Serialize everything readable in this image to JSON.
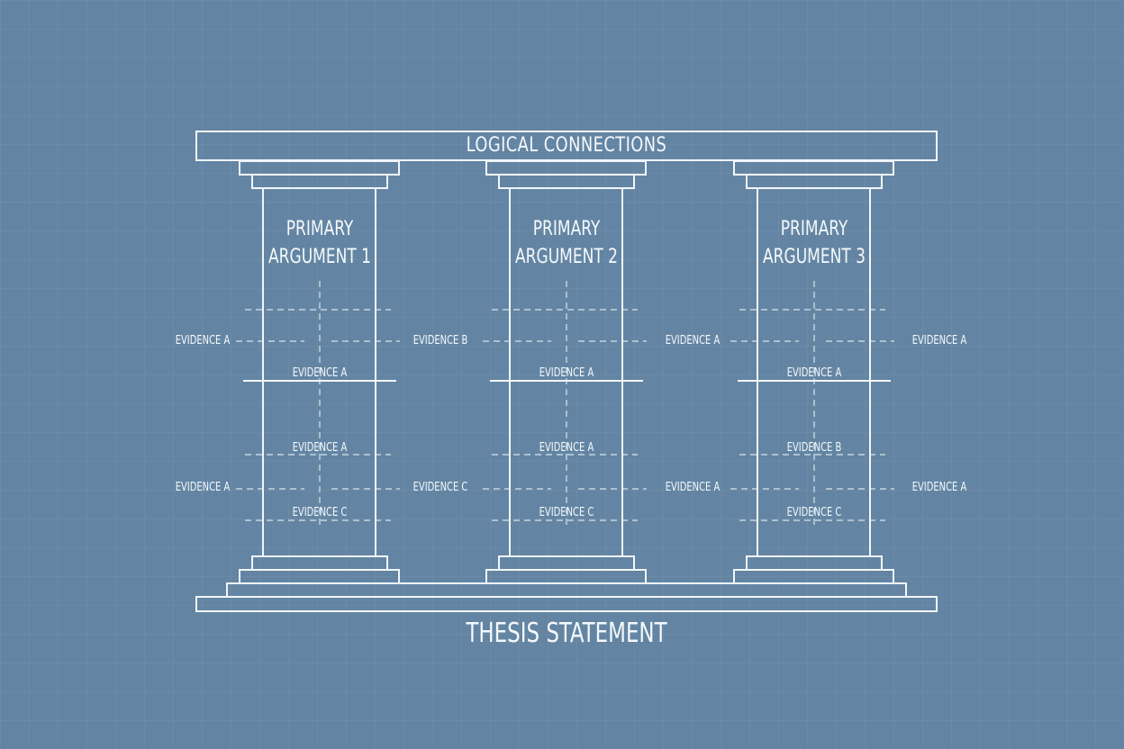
{
  "diagram": {
    "lintel_label": "LOGICAL CONNECTIONS",
    "foundation_label": "THESIS STATEMENT",
    "pillars": [
      {
        "title_line1": "PRIMARY",
        "title_line2": "ARGUMENT 1",
        "inner_evidence": [
          "EVIDENCE A",
          "EVIDENCE A",
          "EVIDENCE C"
        ],
        "left_evidence": [
          "EVIDENCE A",
          "EVIDENCE A"
        ],
        "right_evidence": [
          "EVIDENCE B",
          "EVIDENCE C"
        ]
      },
      {
        "title_line1": "PRIMARY",
        "title_line2": "ARGUMENT 2",
        "inner_evidence": [
          "EVIDENCE A",
          "EVIDENCE A",
          "EVIDENCE C"
        ],
        "left_evidence": [],
        "right_evidence": [
          "EVIDENCE A",
          "EVIDENCE A"
        ]
      },
      {
        "title_line1": "PRIMARY",
        "title_line2": "ARGUMENT 3",
        "inner_evidence": [
          "EVIDENCE A",
          "EVIDENCE B",
          "EVIDENCE C"
        ],
        "left_evidence": [],
        "right_evidence": [
          "EVIDENCE A",
          "EVIDENCE A"
        ]
      }
    ]
  },
  "colors": {
    "background": "#6385a3",
    "lintel_fill": "#89abc8",
    "line": "#f2f6fa"
  }
}
